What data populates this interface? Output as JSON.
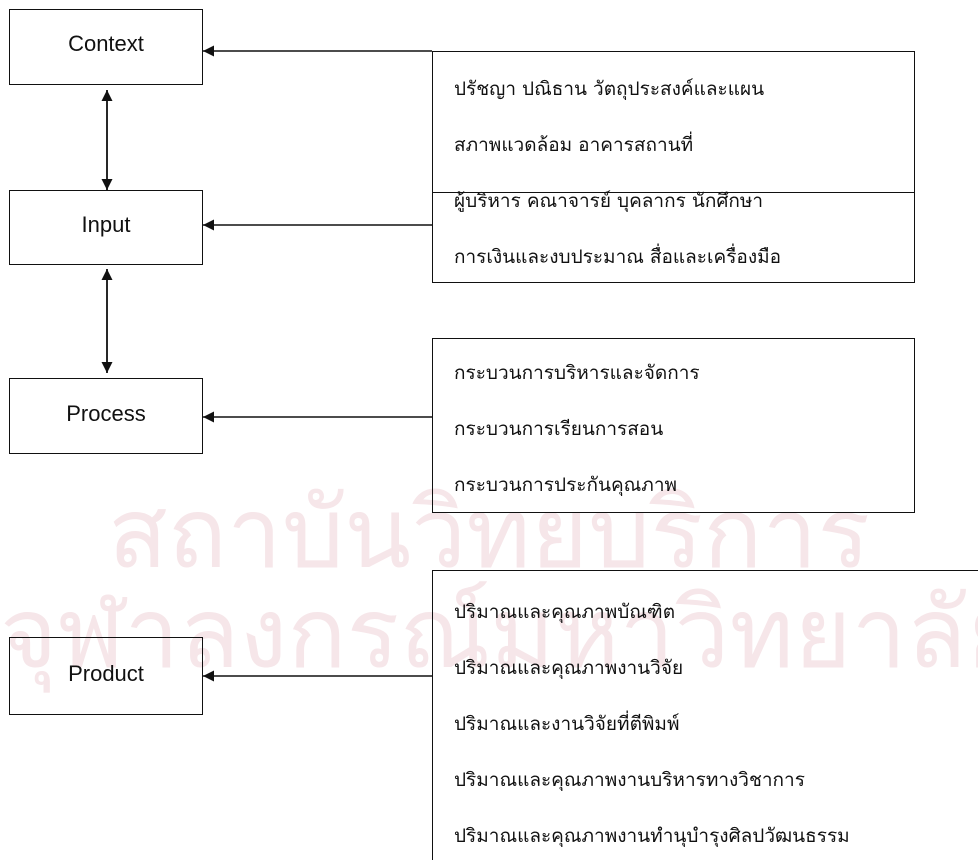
{
  "watermark": {
    "line1": "สถาบันวิทยบริการ",
    "line2": "จุฬาลงกรณ์มหาวิทยาลัย"
  },
  "stages": {
    "context": "Context",
    "input": "Input",
    "process": "Process",
    "product": "Product"
  },
  "details": {
    "context": [
      "ปรัชญา ปณิธาน วัตถุประสงค์และแผน",
      "สภาพแวดล้อม อาคารสถานที่"
    ],
    "input": [
      "ผู้บริหาร คณาจารย์ บุคลากร นักศึกษา",
      "การเงินและงบประมาณ สื่อและเครื่องมือ"
    ],
    "process": [
      "กระบวนการบริหารและจัดการ",
      "กระบวนการเรียนการสอน",
      "กระบวนการประกันคุณภาพ"
    ],
    "product": [
      "ปริมาณและคุณภาพบัณฑิต",
      "ปริมาณและคุณภาพงานวิจัย",
      "ปริมาณและงานวิจัยที่ตีพิมพ์",
      "ปริมาณและคุณภาพงานบริหารทางวิชาการ",
      "ปริมาณและคุณภาพงานทำนุบำรุงศิลปวัฒนธรรม"
    ]
  }
}
